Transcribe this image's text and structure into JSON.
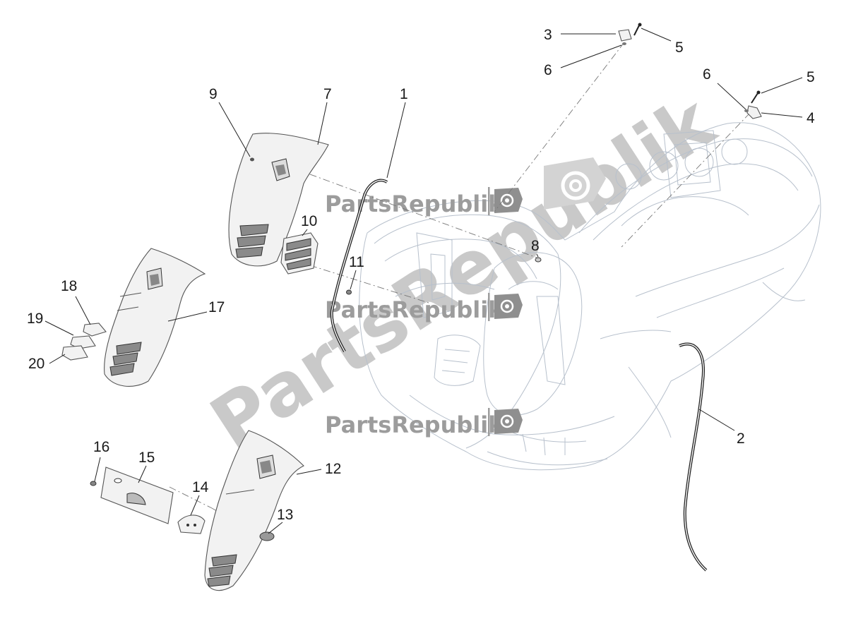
{
  "watermark": {
    "brand": "PartsRepublik",
    "diagonal": "PartsRepublik"
  },
  "callouts": {
    "c1": "1",
    "c2": "2",
    "c3": "3",
    "c4": "4",
    "c5a": "5",
    "c5b": "5",
    "c6a": "6",
    "c6b": "6",
    "c7": "7",
    "c8": "8",
    "c9": "9",
    "c10": "10",
    "c11": "11",
    "c12": "12",
    "c13": "13",
    "c14": "14",
    "c15": "15",
    "c16": "16",
    "c17": "17",
    "c18": "18",
    "c19": "19",
    "c20": "20"
  },
  "colors": {
    "line": "#222222",
    "ghost": "#b7c0cc",
    "watermark": "#9c9c9c",
    "watermark_icon": "#8f8f8f"
  },
  "icons": [
    "gear-flag-icon"
  ]
}
